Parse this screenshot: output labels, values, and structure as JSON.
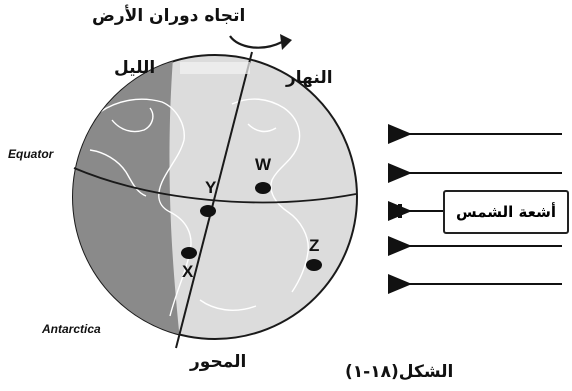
{
  "labels": {
    "rotation_direction": "اتجاه دوران الأرض",
    "night": "الليل",
    "day": "النهار",
    "equator": "Equator",
    "antarctica": "Antarctica",
    "axis": "المحور",
    "sun_rays": "أشعة الشمس",
    "figure_caption": "الشكل(١٨-١)"
  },
  "points": [
    "W",
    "Y",
    "X",
    "Z"
  ],
  "colors": {
    "night_shade": "#8a8a8a",
    "day_shade": "#dcdcdc",
    "outline": "#1a1a1a",
    "land_outline": "#ffffff"
  },
  "sun_ray_count": 5
}
